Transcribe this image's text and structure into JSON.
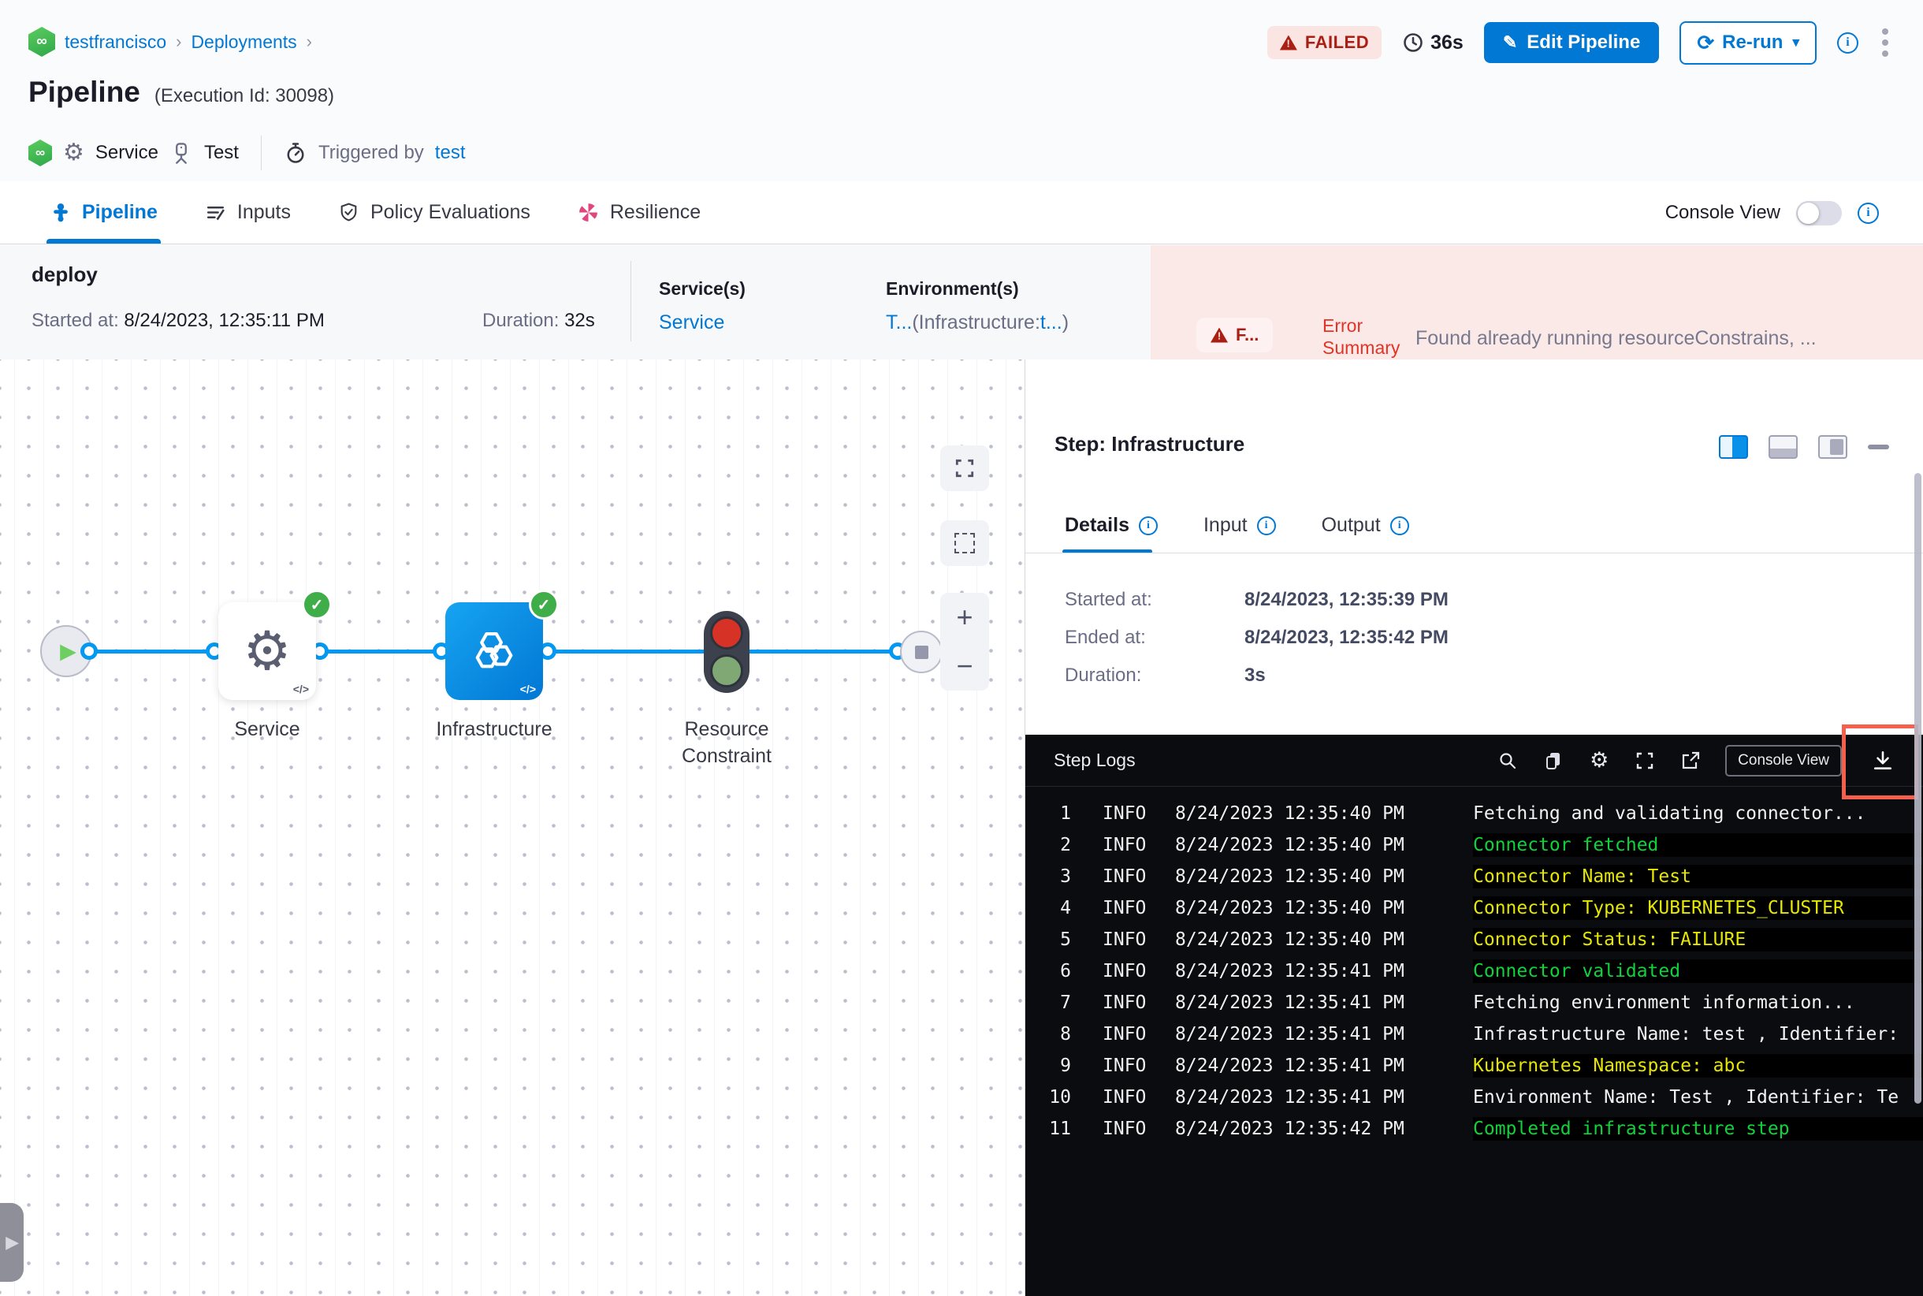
{
  "breadcrumb": {
    "project": "testfrancisco",
    "section": "Deployments"
  },
  "header": {
    "title": "Pipeline",
    "execution_id": "(Execution Id: 30098)",
    "status_badge": "FAILED",
    "elapsed": "36s",
    "edit_pipeline_label": "Edit Pipeline",
    "rerun_label": "Re-run",
    "service_tag": "Service",
    "environment_tag": "Test",
    "triggered_by_prefix": "Triggered by",
    "triggered_by_user": "test"
  },
  "tabs": {
    "pipeline": "Pipeline",
    "inputs": "Inputs",
    "policy": "Policy Evaluations",
    "resilience": "Resilience",
    "console_view_label": "Console View",
    "console_view_on": false
  },
  "stage": {
    "name": "deploy",
    "started_label": "Started at:",
    "started_value": "8/24/2023, 12:35:11 PM",
    "duration_label": "Duration:",
    "duration_value": "32s",
    "services_label": "Service(s)",
    "services_value": "Service",
    "environments_label": "Environment(s)",
    "env_link1": "T...",
    "env_mid": "(Infrastructure:",
    "env_link2": "t...",
    "env_suffix": ")",
    "error_badge": "F...",
    "error_summary_label": "Error Summary",
    "error_summary_text": "Found already running resourceConstrains, ..."
  },
  "graph": {
    "nodes": [
      {
        "label": "Service"
      },
      {
        "label": "Infrastructure"
      },
      {
        "label": "Resource Constraint"
      }
    ]
  },
  "step_panel": {
    "title": "Step: Infrastructure",
    "tabs": {
      "details": "Details",
      "input": "Input",
      "output": "Output"
    },
    "details": [
      {
        "label": "Started at:",
        "value": "8/24/2023, 12:35:39 PM"
      },
      {
        "label": "Ended at:",
        "value": "8/24/2023, 12:35:42 PM"
      },
      {
        "label": "Duration:",
        "value": "3s"
      }
    ],
    "logs": {
      "title": "Step Logs",
      "console_view_button": "Console View",
      "lines": [
        {
          "num": 1,
          "level": "INFO",
          "time": "8/24/2023 12:35:40 PM",
          "msg": "Fetching and validating connector...",
          "color": "white"
        },
        {
          "num": 2,
          "level": "INFO",
          "time": "8/24/2023 12:35:40 PM",
          "msg": "Connector fetched",
          "color": "green"
        },
        {
          "num": 3,
          "level": "INFO",
          "time": "8/24/2023 12:35:40 PM",
          "msg": "Connector Name: Test",
          "color": "yellow"
        },
        {
          "num": 4,
          "level": "INFO",
          "time": "8/24/2023 12:35:40 PM",
          "msg": "Connector Type: KUBERNETES_CLUSTER",
          "color": "yellow"
        },
        {
          "num": 5,
          "level": "INFO",
          "time": "8/24/2023 12:35:40 PM",
          "msg": "Connector Status: FAILURE",
          "color": "yellow"
        },
        {
          "num": 6,
          "level": "INFO",
          "time": "8/24/2023 12:35:41 PM",
          "msg": "Connector validated",
          "color": "green"
        },
        {
          "num": 7,
          "level": "INFO",
          "time": "8/24/2023 12:35:41 PM",
          "msg": "Fetching environment information...",
          "color": "white"
        },
        {
          "num": 8,
          "level": "INFO",
          "time": "8/24/2023 12:35:41 PM",
          "msg": "Infrastructure Name: test , Identifier:",
          "color": "white"
        },
        {
          "num": 9,
          "level": "INFO",
          "time": "8/24/2023 12:35:41 PM",
          "msg": "Kubernetes Namespace: abc",
          "color": "yellow"
        },
        {
          "num": 10,
          "level": "INFO",
          "time": "8/24/2023 12:35:41 PM",
          "msg": "Environment Name: Test , Identifier: Te",
          "color": "white"
        },
        {
          "num": 11,
          "level": "INFO",
          "time": "8/24/2023 12:35:42 PM",
          "msg": "Completed infrastructure step",
          "color": "green"
        }
      ]
    }
  },
  "colors": {
    "accent_blue": "#0278d5",
    "failed_red": "#aa1f14",
    "error_strip_bg": "#fbe9e7",
    "log_green": "#10d33c",
    "log_yellow": "#e6e605",
    "highlight_red": "#f4604d"
  }
}
